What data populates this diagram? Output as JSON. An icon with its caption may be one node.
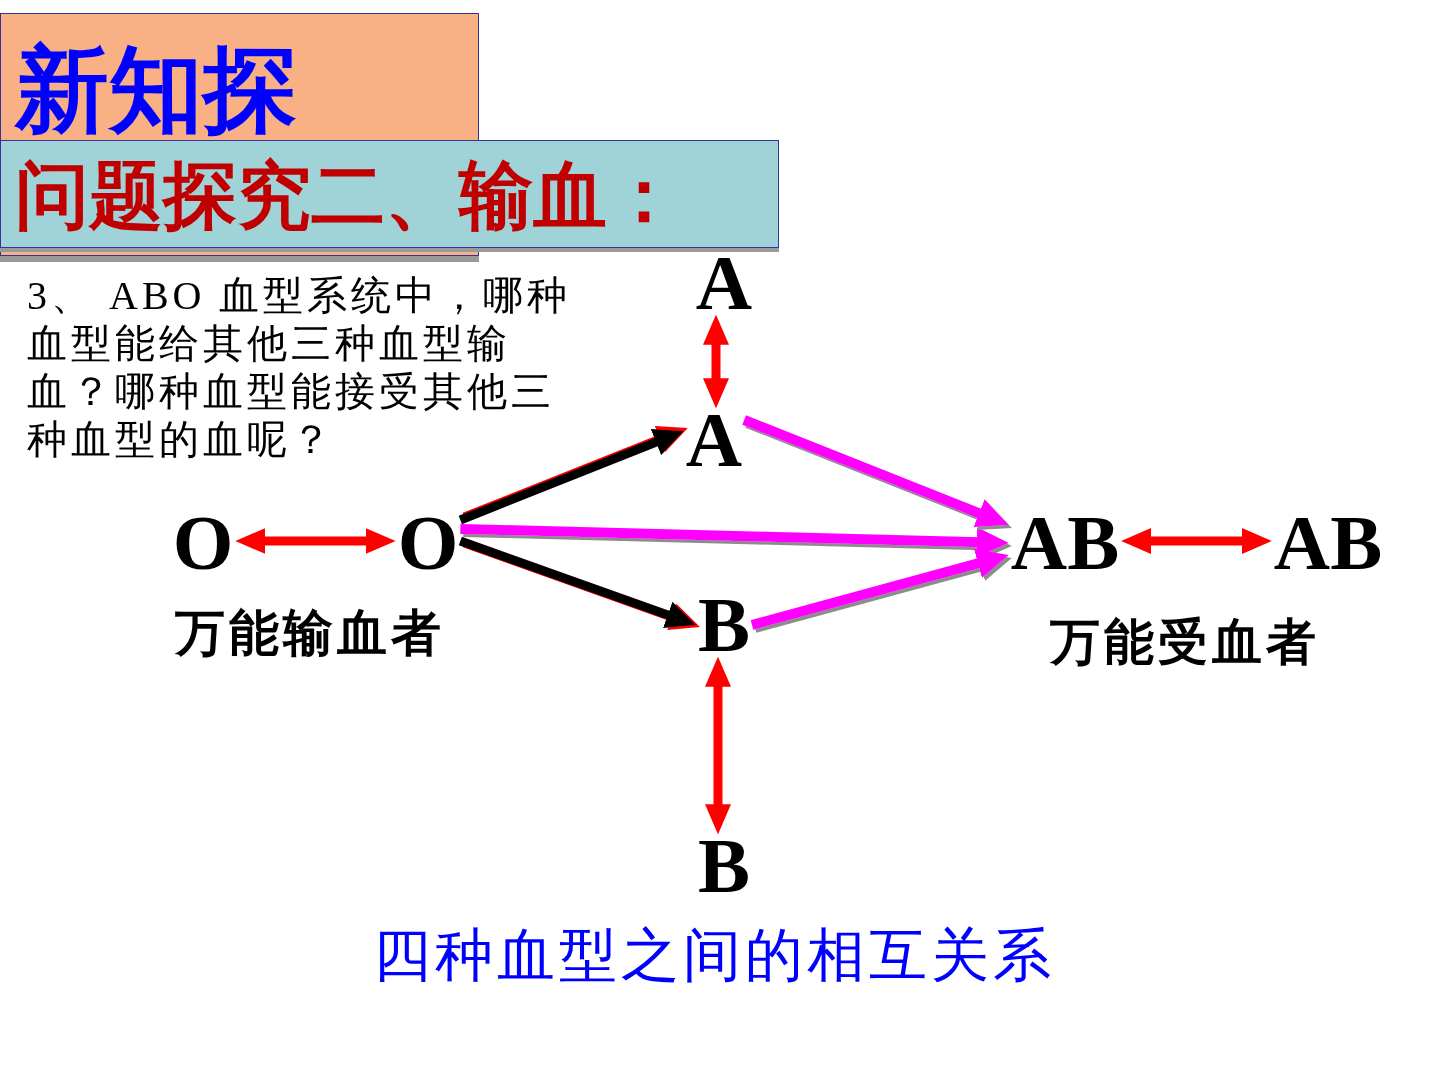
{
  "diagram": {
    "caption": "四种血型之间的相互关系",
    "nodes": [
      {
        "text": [
          "新知探"
        ]
      },
      {
        "text": [
          "问题探究二、输血："
        ]
      },
      {
        "text": [
          "A"
        ]
      },
      {
        "text": [
          "A"
        ]
      },
      {
        "text": [
          "O"
        ]
      },
      {
        "text": [
          "O"
        ]
      },
      {
        "text": [
          "AB"
        ]
      },
      {
        "text": [
          "AB"
        ]
      },
      {
        "text": [
          "B"
        ]
      },
      {
        "text": [
          "B"
        ]
      }
    ],
    "edges": [
      {
        "from": 2,
        "to": 3,
        "arrow": "both"
      },
      {
        "from": 4,
        "to": 5,
        "arrow": "both"
      },
      {
        "from": 5,
        "to": 3,
        "arrow": "to",
        "color": "#000000"
      },
      {
        "from": 5,
        "to": 6,
        "arrow": "to",
        "color": "#ff00ff"
      },
      {
        "from": 5,
        "to": 8,
        "arrow": "to",
        "color": "#000000"
      },
      {
        "from": 3,
        "to": 6,
        "arrow": "to",
        "color": "#ff00ff"
      },
      {
        "from": 8,
        "to": 6,
        "arrow": "to",
        "color": "#ff00ff"
      },
      {
        "from": 6,
        "to": 7,
        "arrow": "both"
      },
      {
        "from": 8,
        "to": 9,
        "arrow": "both"
      }
    ],
    "labels": [
      "3、 ABO 血型系统中，哪种血型能给其他三种血型输血？哪种血型能接受其他三种血型的血呢？",
      "万能输血者",
      "万能受血者"
    ]
  }
}
